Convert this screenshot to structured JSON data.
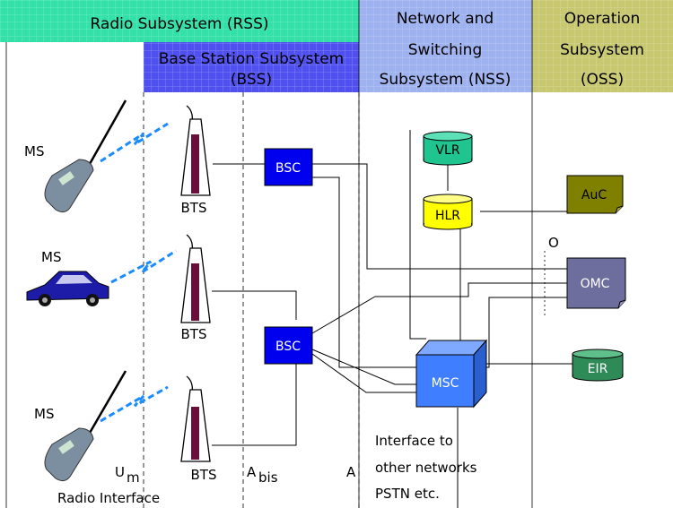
{
  "headers": {
    "rss": "Radio Subsystem (RSS)",
    "bss_line1": "Base Station Subsystem",
    "bss_line2": "(BSS)",
    "nss_line1": "Network and",
    "nss_line2": "Switching",
    "nss_line3": "Subsystem (NSS)",
    "oss_line1": "Operation",
    "oss_line2": "Subsystem",
    "oss_line3": "(OSS)"
  },
  "ms_labels": [
    "MS",
    "MS",
    "MS"
  ],
  "bts_labels": [
    "BTS",
    "BTS",
    "BTS"
  ],
  "bsc_labels": [
    "BSC",
    "BSC"
  ],
  "nodes": {
    "vlr": "VLR",
    "hlr": "HLR",
    "auc": "AuC",
    "omc": "OMC",
    "eir": "EIR",
    "msc": "MSC"
  },
  "interfaces": {
    "um_main": "U",
    "um_sub": "m",
    "abis_main": "A",
    "abis_sub": "bis",
    "a": "A",
    "o": "O",
    "radio": "Radio Interface"
  },
  "external": {
    "line1": "Interface to",
    "line2": "other networks",
    "line3": "PSTN etc."
  },
  "colors": {
    "rss_header": "#33E0A8",
    "bss_header": "#5050F0",
    "nss_header": "#9FB2F0",
    "oss_header": "#C8C870",
    "bsc": "#0000EE",
    "vlr": "#1FC48F",
    "hlr": "#FFFF00",
    "auc": "#808000",
    "omc": "#6E6E9E",
    "eir": "#2E8B57",
    "msc": "#3F7FFF"
  }
}
